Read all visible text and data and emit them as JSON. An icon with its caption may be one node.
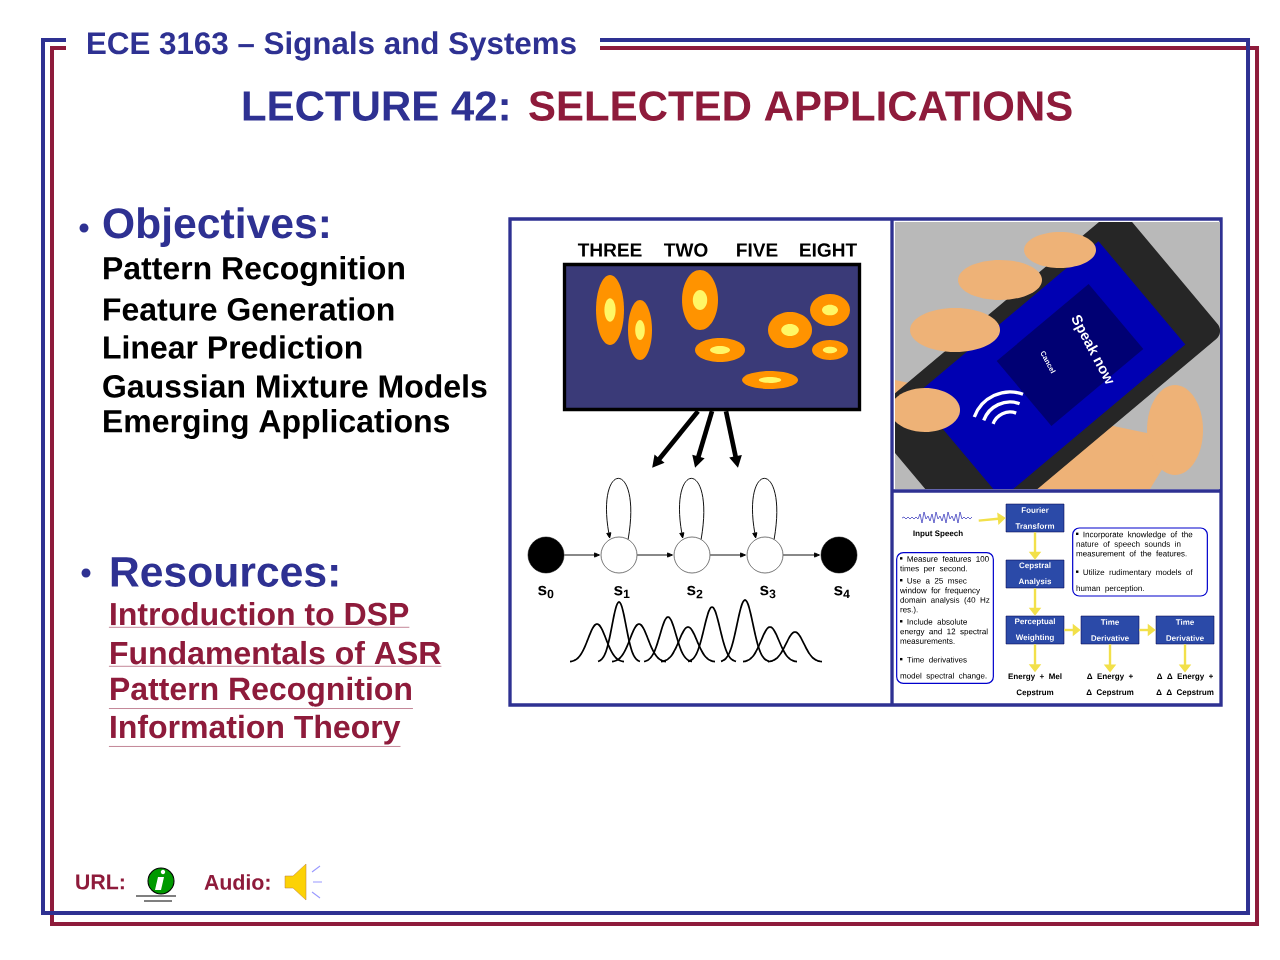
{
  "diagram": {
    "nodes": [
      {
        "text": [],
        "shape": "picture",
        "beside": [
          "THREE",
          "TWO",
          "FIVE",
          "EIGHT"
        ]
      },
      {
        "text": [],
        "shape": "circle",
        "beside": [
          "s$_{0}$"
        ]
      },
      {
        "text": [],
        "shape": "circle",
        "beside": [
          "s$_{1}$"
        ]
      },
      {
        "text": [],
        "shape": "circle",
        "beside": [
          "s$_{2}$"
        ]
      },
      {
        "text": [],
        "shape": "circle",
        "beside": [
          "s$_{3}$"
        ]
      },
      {
        "text": [],
        "shape": "circle",
        "beside": [
          "s$_{4}$"
        ]
      },
      {
        "text": [
          "Input Speech"
        ]
      },
      {
        "text": [
          "Fourier Transform"
        ]
      },
      {
        "text": [
          "Incorporate knowledge of the nature of speech sounds in measurement of the features.",
          "Utilize rudimentary models of human perception."
        ]
      },
      {
        "text": [
          "Measure features 100 times per second.",
          "Use a 25 msec window for frequency domain analysis (40 Hz res.).",
          "Include absolute energy and 12 spectral measurements.",
          "Time derivatives model spectral change."
        ]
      },
      {
        "text": [
          "Cepstral Analysis"
        ]
      },
      {
        "text": [
          "Perceptual Weighting"
        ]
      },
      {
        "text": [
          "Time Derivative"
        ]
      },
      {
        "text": [
          "Time Derivative"
        ]
      },
      {
        "text": [
          "Energy + Mel Cepstrum"
        ]
      },
      {
        "text": [
          "Δ Energy + Δ Cepstrum"
        ]
      },
      {
        "text": [
          "Δ Δ Energy + Δ Δ Cepstrum"
        ]
      }
    ],
    "edges": [
      {
        "from": 0,
        "to": null,
        "arrow": "to",
        "style": "thick"
      },
      {
        "from": 0,
        "to": null,
        "arrow": "to",
        "style": "thick"
      },
      {
        "from": 0,
        "to": null,
        "arrow": "to",
        "style": "thick"
      },
      {
        "from": 1,
        "to": 2,
        "arrow": "to"
      },
      {
        "from": 2,
        "to": 3,
        "arrow": "to"
      },
      {
        "from": 3,
        "to": 4,
        "arrow": "to"
      },
      {
        "from": 4,
        "to": 5,
        "arrow": "to"
      },
      {
        "from": 2,
        "to": 2,
        "arrow": "to"
      },
      {
        "from": 3,
        "to": 3,
        "arrow": "to"
      },
      {
        "from": 4,
        "to": 4,
        "arrow": "to"
      },
      {
        "from": 6,
        "to": 7,
        "arrow": "to",
        "color": "#f2e04a"
      },
      {
        "from": 7,
        "to": 10,
        "arrow": "to",
        "color": "#f2e04a"
      },
      {
        "from": 10,
        "to": 11,
        "arrow": "to",
        "color": "#f2e04a"
      },
      {
        "from": 11,
        "to": 12,
        "arrow": "to",
        "color": "#f2e04a"
      },
      {
        "from": 12,
        "to": 13,
        "arrow": "to",
        "color": "#f2e04a"
      },
      {
        "from": 11,
        "to": 14,
        "arrow": "to",
        "color": "#f2e04a"
      },
      {
        "from": 12,
        "to": 15,
        "arrow": "to",
        "color": "#f2e04a"
      },
      {
        "from": 13,
        "to": 16,
        "arrow": "to",
        "color": "#f2e04a"
      }
    ],
    "labels": [
      "ECE 3163 – Signals and Systems",
      "LECTURE 42:",
      "SELECTED APPLICATIONS",
      "Objectives:",
      "Pattern Recognition",
      "Feature Generation",
      "Linear Prediction",
      "Gaussian Mixture Models",
      "Emerging Applications",
      "Resources:",
      "Introduction to DSP",
      "Fundamentals of ASR",
      "Pattern Recognition",
      "Information Theory",
      "Speak now",
      "Cancel",
      "URL:",
      "Audio:"
    ]
  }
}
